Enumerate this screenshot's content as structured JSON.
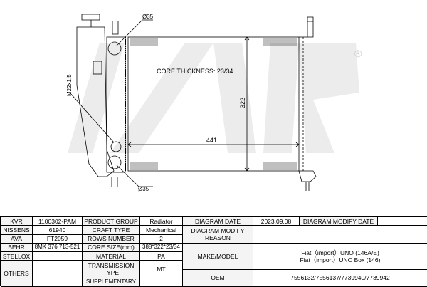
{
  "drawing": {
    "watermark": "KVR",
    "registered_mark": "®",
    "core_thickness": "CORE THICKNESS: 23/34",
    "dim_width": "441",
    "dim_height": "322",
    "pipe_top": "Ø35",
    "pipe_bottom": "Ø35",
    "thread": "M22x1.5"
  },
  "table": {
    "kvr_label": "KVR",
    "kvr_value": "1100302-PAM",
    "nissens_label": "NISSENS",
    "nissens_value": "61940",
    "ava_label": "AVA",
    "ava_value": "FT2059",
    "behr_label": "BEHR",
    "behr_value": "8MK 376 713-521",
    "stellox_label": "STELLOX",
    "stellox_value": "",
    "others_label": "OTHERS",
    "others_value": "",
    "product_group_label": "PRODUCT GROUP",
    "product_group_value": "Radiator",
    "craft_type_label": "CRAFT TYPE",
    "craft_type_value": "Mechanical",
    "rows_number_label": "ROWS NUMBER",
    "rows_number_value": "2",
    "core_size_label": "CORE SIZE(mm)",
    "core_size_value": "388*322*23/34",
    "material_label": "MATERIAL",
    "material_value": "PA",
    "transmission_label": "TRANSMISSION TYPE",
    "transmission_value": "MT",
    "supplementary_label": "SUPPLEMENTARY",
    "supplementary_value": "",
    "diagram_date_label": "DIAGRAM DATE",
    "diagram_date_value": "2023.09.08",
    "diagram_modify_date_label": "DIAGRAM MODIFY DATE",
    "diagram_modify_date_value": "",
    "modify_reason_label": "DIAGRAM MODIFY REASON",
    "modify_reason_value": "",
    "make_model_label": "MAKE/MODEL",
    "make_model_values": [
      "Fiat（import）UNO (146A/E)",
      "Fiat（import）UNO Box (146)"
    ],
    "oem_label": "OEM",
    "oem_value": "7556132/7556137/7739940/7739942"
  }
}
